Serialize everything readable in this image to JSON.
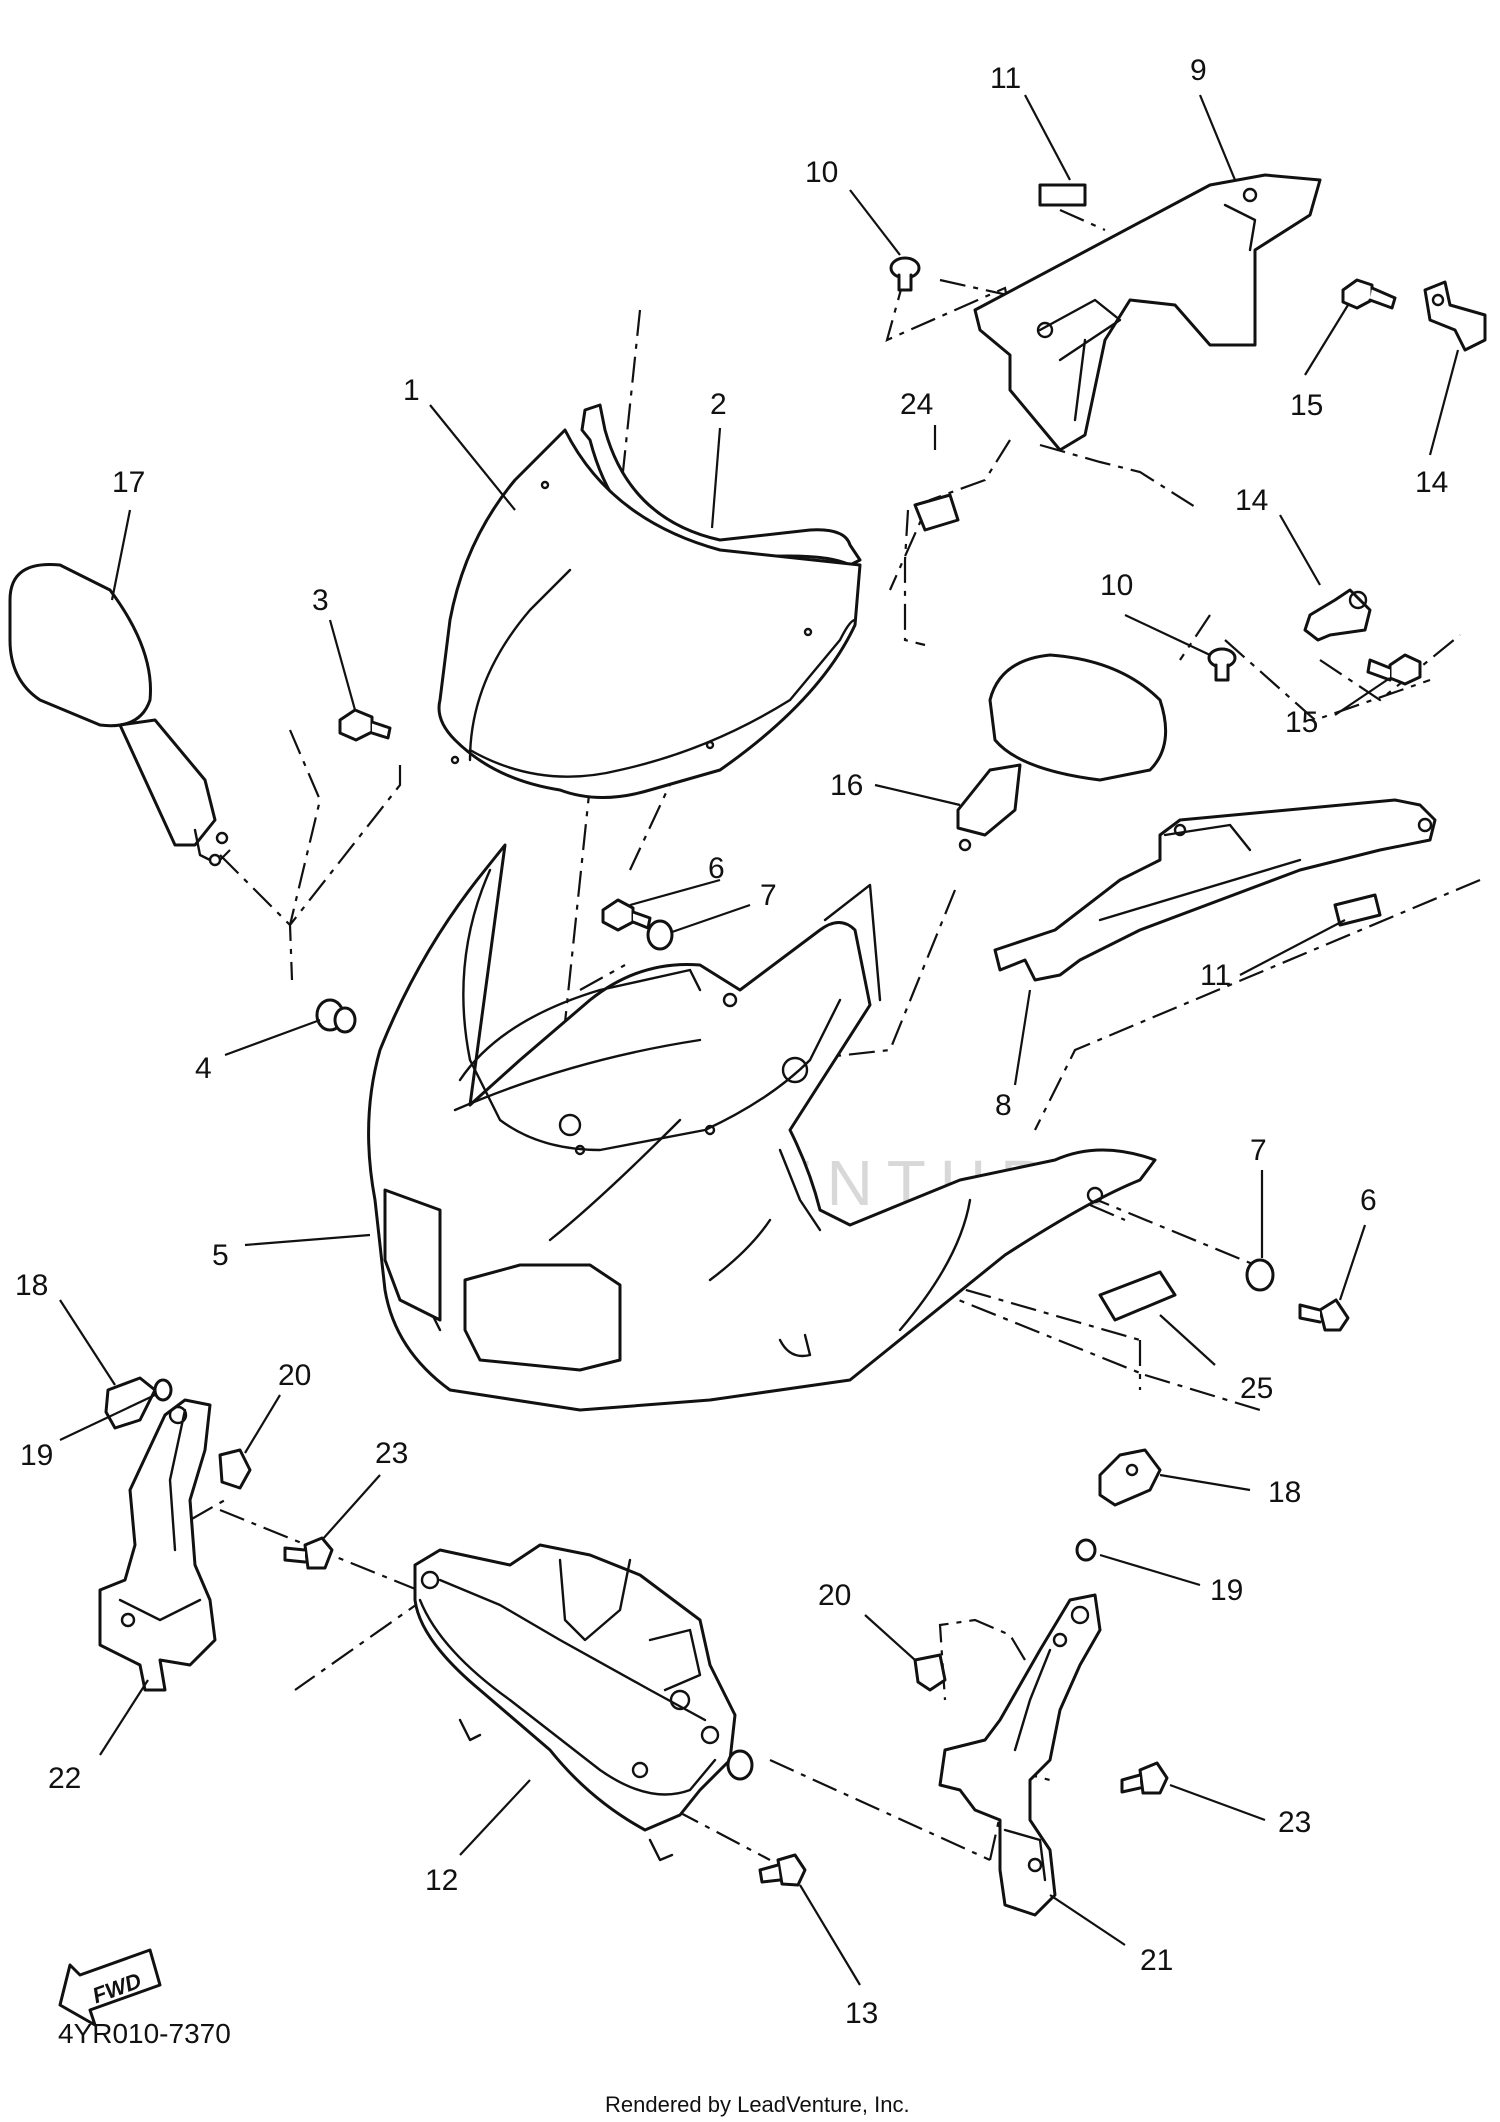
{
  "diagram": {
    "code": "4YR010-7370",
    "rendered_by": "Rendered by LeadVenture, Inc.",
    "watermark": "LEADVENTURE",
    "fwd_label": "FWD",
    "callouts": [
      {
        "id": "c11a",
        "label": "11"
      },
      {
        "id": "c9",
        "label": "9"
      },
      {
        "id": "c10a",
        "label": "10"
      },
      {
        "id": "c15a",
        "label": "15"
      },
      {
        "id": "c14a",
        "label": "14"
      },
      {
        "id": "c1",
        "label": "1"
      },
      {
        "id": "c2",
        "label": "2"
      },
      {
        "id": "c24",
        "label": "24"
      },
      {
        "id": "c17",
        "label": "17"
      },
      {
        "id": "c3",
        "label": "3"
      },
      {
        "id": "c14b",
        "label": "14"
      },
      {
        "id": "c10b",
        "label": "10"
      },
      {
        "id": "c15b",
        "label": "15"
      },
      {
        "id": "c16",
        "label": "16"
      },
      {
        "id": "c6a",
        "label": "6"
      },
      {
        "id": "c7a",
        "label": "7"
      },
      {
        "id": "c11b",
        "label": "11"
      },
      {
        "id": "c4",
        "label": "4"
      },
      {
        "id": "c8",
        "label": "8"
      },
      {
        "id": "c7b",
        "label": "7"
      },
      {
        "id": "c6b",
        "label": "6"
      },
      {
        "id": "c5",
        "label": "5"
      },
      {
        "id": "c18a",
        "label": "18"
      },
      {
        "id": "c25",
        "label": "25"
      },
      {
        "id": "c20a",
        "label": "20"
      },
      {
        "id": "c19a",
        "label": "19"
      },
      {
        "id": "c23a",
        "label": "23"
      },
      {
        "id": "c18b",
        "label": "18"
      },
      {
        "id": "c20b",
        "label": "20"
      },
      {
        "id": "c19b",
        "label": "19"
      },
      {
        "id": "c23b",
        "label": "23"
      },
      {
        "id": "c22",
        "label": "22"
      },
      {
        "id": "c12",
        "label": "12"
      },
      {
        "id": "c21",
        "label": "21"
      },
      {
        "id": "c13",
        "label": "13"
      }
    ]
  }
}
